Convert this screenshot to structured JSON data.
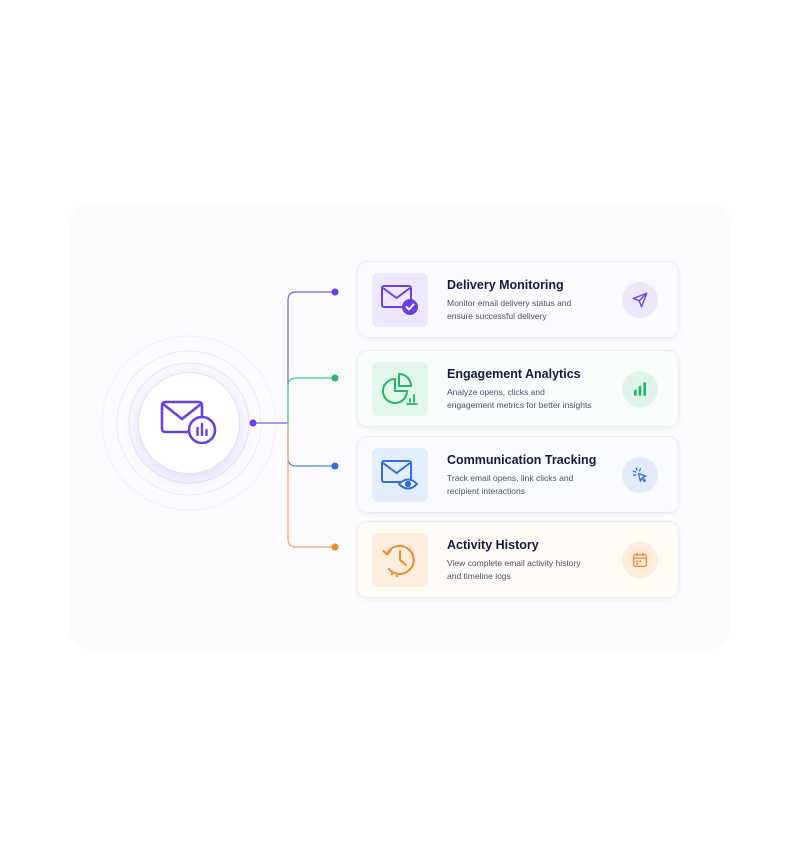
{
  "hub": {
    "icon": "email-analytics-icon",
    "color": "#6a3fe6"
  },
  "features": [
    {
      "title": "Delivery Monitoring",
      "description": "Monitor email delivery status and ensure successful delivery",
      "icon": "email-check-icon",
      "action_icon": "send-icon",
      "color": "#6a3fe6"
    },
    {
      "title": "Engagement Analytics",
      "description": "Analyze opens, clicks and engagement metrics for better insights",
      "icon": "pie-chart-icon",
      "action_icon": "bar-chart-icon",
      "color": "#22b86a"
    },
    {
      "title": "Communication Tracking",
      "description": "Track email opens, link clicks and recipient interactions",
      "icon": "email-eye-icon",
      "action_icon": "cursor-click-icon",
      "color": "#2f6fe0"
    },
    {
      "title": "Activity History",
      "description": "View complete email activity history and timeline logs",
      "icon": "history-clock-icon",
      "action_icon": "calendar-icon",
      "color": "#f08a2c"
    }
  ]
}
